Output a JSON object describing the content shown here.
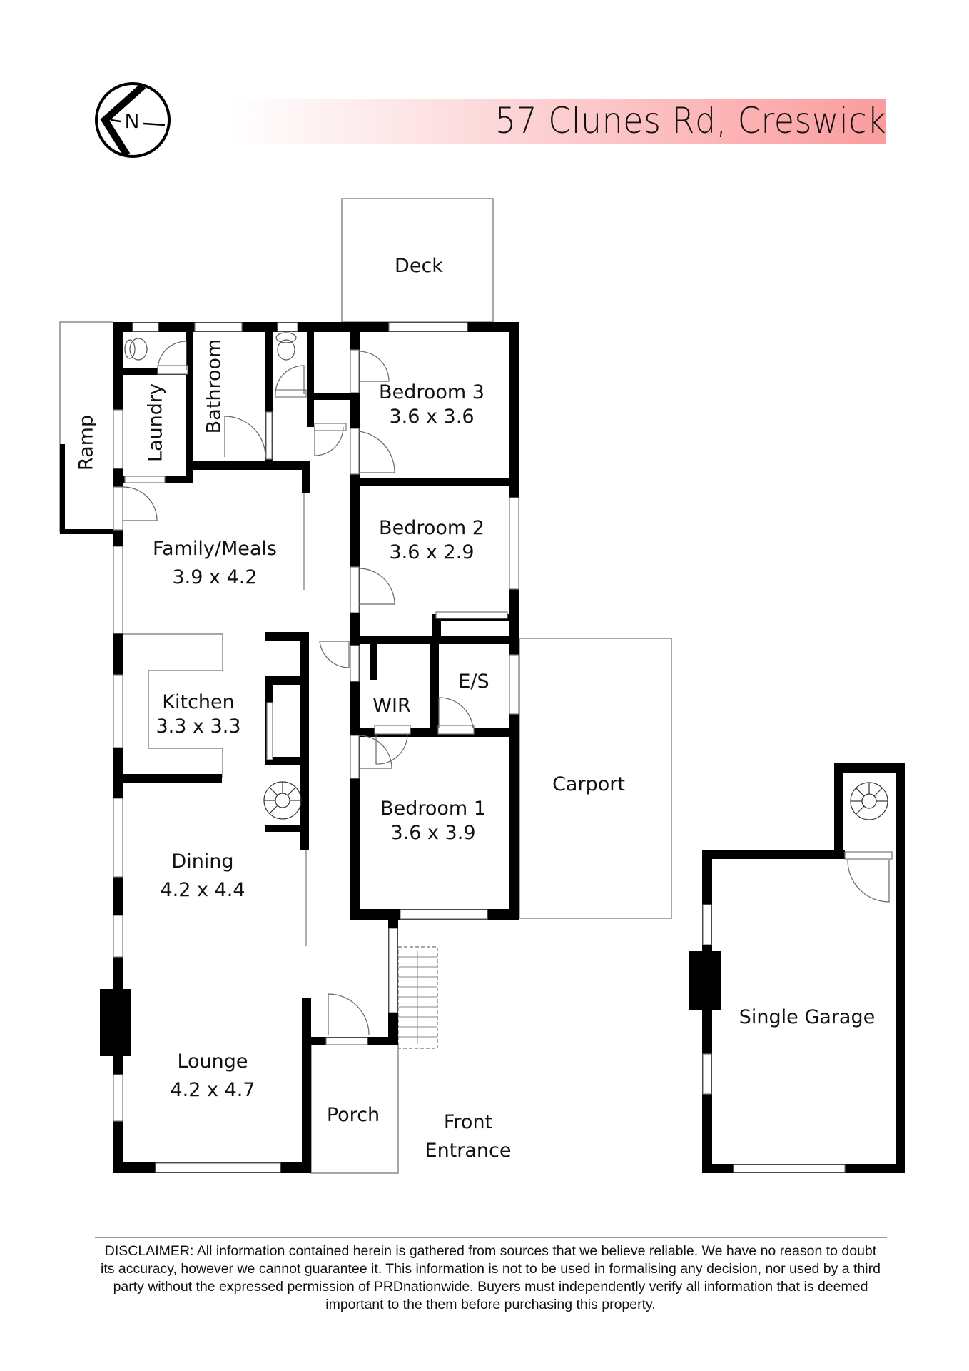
{
  "header": {
    "title": "57 Clunes Rd, Creswick",
    "compass_icon": "north-arrow-icon",
    "compass_letter": "N",
    "banner_gradient": [
      "#ffffff",
      "#fde4e6",
      "#fcc3c5",
      "#fb9c9d"
    ]
  },
  "rooms": {
    "deck": {
      "name": "Deck"
    },
    "ramp": {
      "name": "Ramp"
    },
    "laundry": {
      "name": "Laundry"
    },
    "bathroom": {
      "name": "Bathroom"
    },
    "bedroom3": {
      "name": "Bedroom 3",
      "size": "3.6 x 3.6"
    },
    "bedroom2": {
      "name": "Bedroom 2",
      "size": "3.6 x 2.9"
    },
    "family": {
      "name": "Family/Meals",
      "size": "3.9 x 4.2"
    },
    "kitchen": {
      "name": "Kitchen",
      "size": "3.3 x 3.3"
    },
    "wir": {
      "name": "WIR"
    },
    "ensuite": {
      "name": "E/S"
    },
    "bedroom1": {
      "name": "Bedroom 1",
      "size": "3.6 x 3.9"
    },
    "carport": {
      "name": "Carport"
    },
    "dining": {
      "name": "Dining",
      "size": "4.2 x 4.4"
    },
    "lounge": {
      "name": "Lounge",
      "size": "4.2 x 4.7"
    },
    "porch": {
      "name": "Porch"
    },
    "front_entrance": {
      "name_line1": "Front",
      "name_line2": "Entrance"
    },
    "garage": {
      "name": "Single Garage"
    }
  },
  "colors": {
    "wall": "#000000",
    "outline": "#8a8a8a",
    "fixture": "#555555"
  },
  "footer": {
    "disclaimer": "DISCLAIMER: All information contained herein is gathered from sources that we believe reliable. We have no reason to doubt its accuracy, however we cannot guarantee it. This information is not to be used in formalising any decision, nor used by a third party without the expressed permission of PRDnationwide. Buyers must independently verify all information that is deemed important to the them before purchasing this property."
  }
}
